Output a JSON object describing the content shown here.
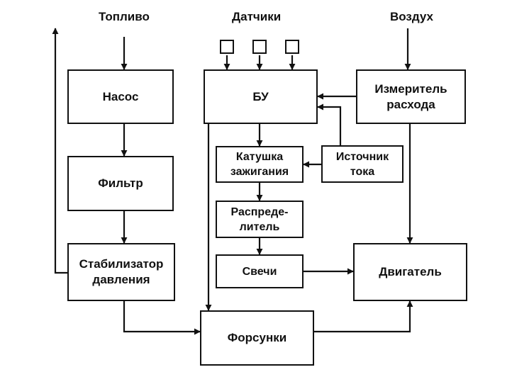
{
  "inputs": {
    "fuel": "Топливо",
    "sensors": "Датчики",
    "air": "Воздух"
  },
  "blocks": {
    "pump": [
      "Насос"
    ],
    "filter": [
      "Фильтр"
    ],
    "stabilizer": [
      "Стабилизатор",
      "давления"
    ],
    "control_unit": [
      "БУ"
    ],
    "flow_meter": [
      "Измеритель",
      "расхода"
    ],
    "ignition_coil": [
      "Катушка",
      "зажигания"
    ],
    "current_source": [
      "Источник",
      "тока"
    ],
    "distributor": [
      "Распреде-",
      "литель"
    ],
    "spark_plugs": [
      "Свечи"
    ],
    "engine": [
      "Двигатель"
    ],
    "injectors": [
      "Форсунки"
    ]
  },
  "colors": {
    "line": "#111111",
    "background": "#ffffff"
  }
}
